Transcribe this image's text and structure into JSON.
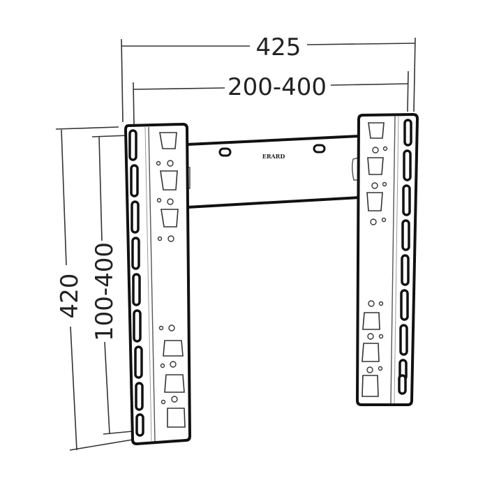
{
  "diagram": {
    "type": "technical-drawing",
    "subject": "TV wall mount bracket",
    "brand_label": "ERARD",
    "colors": {
      "line": "#111111",
      "background": "#ffffff",
      "text": "#222222"
    },
    "dimensions": {
      "overall_width": {
        "label": "425",
        "orientation": "horizontal"
      },
      "vesa_width": {
        "label": "200-400",
        "orientation": "horizontal"
      },
      "overall_height": {
        "label": "420",
        "orientation": "vertical"
      },
      "vesa_height": {
        "label": "100-400",
        "orientation": "vertical"
      }
    },
    "components": {
      "left_rail": {
        "slots": 9,
        "hook_cutouts": 6
      },
      "right_rail": {
        "slots": 9,
        "hook_cutouts": 6
      },
      "crossbar": {
        "mount_holes": 2
      }
    }
  }
}
